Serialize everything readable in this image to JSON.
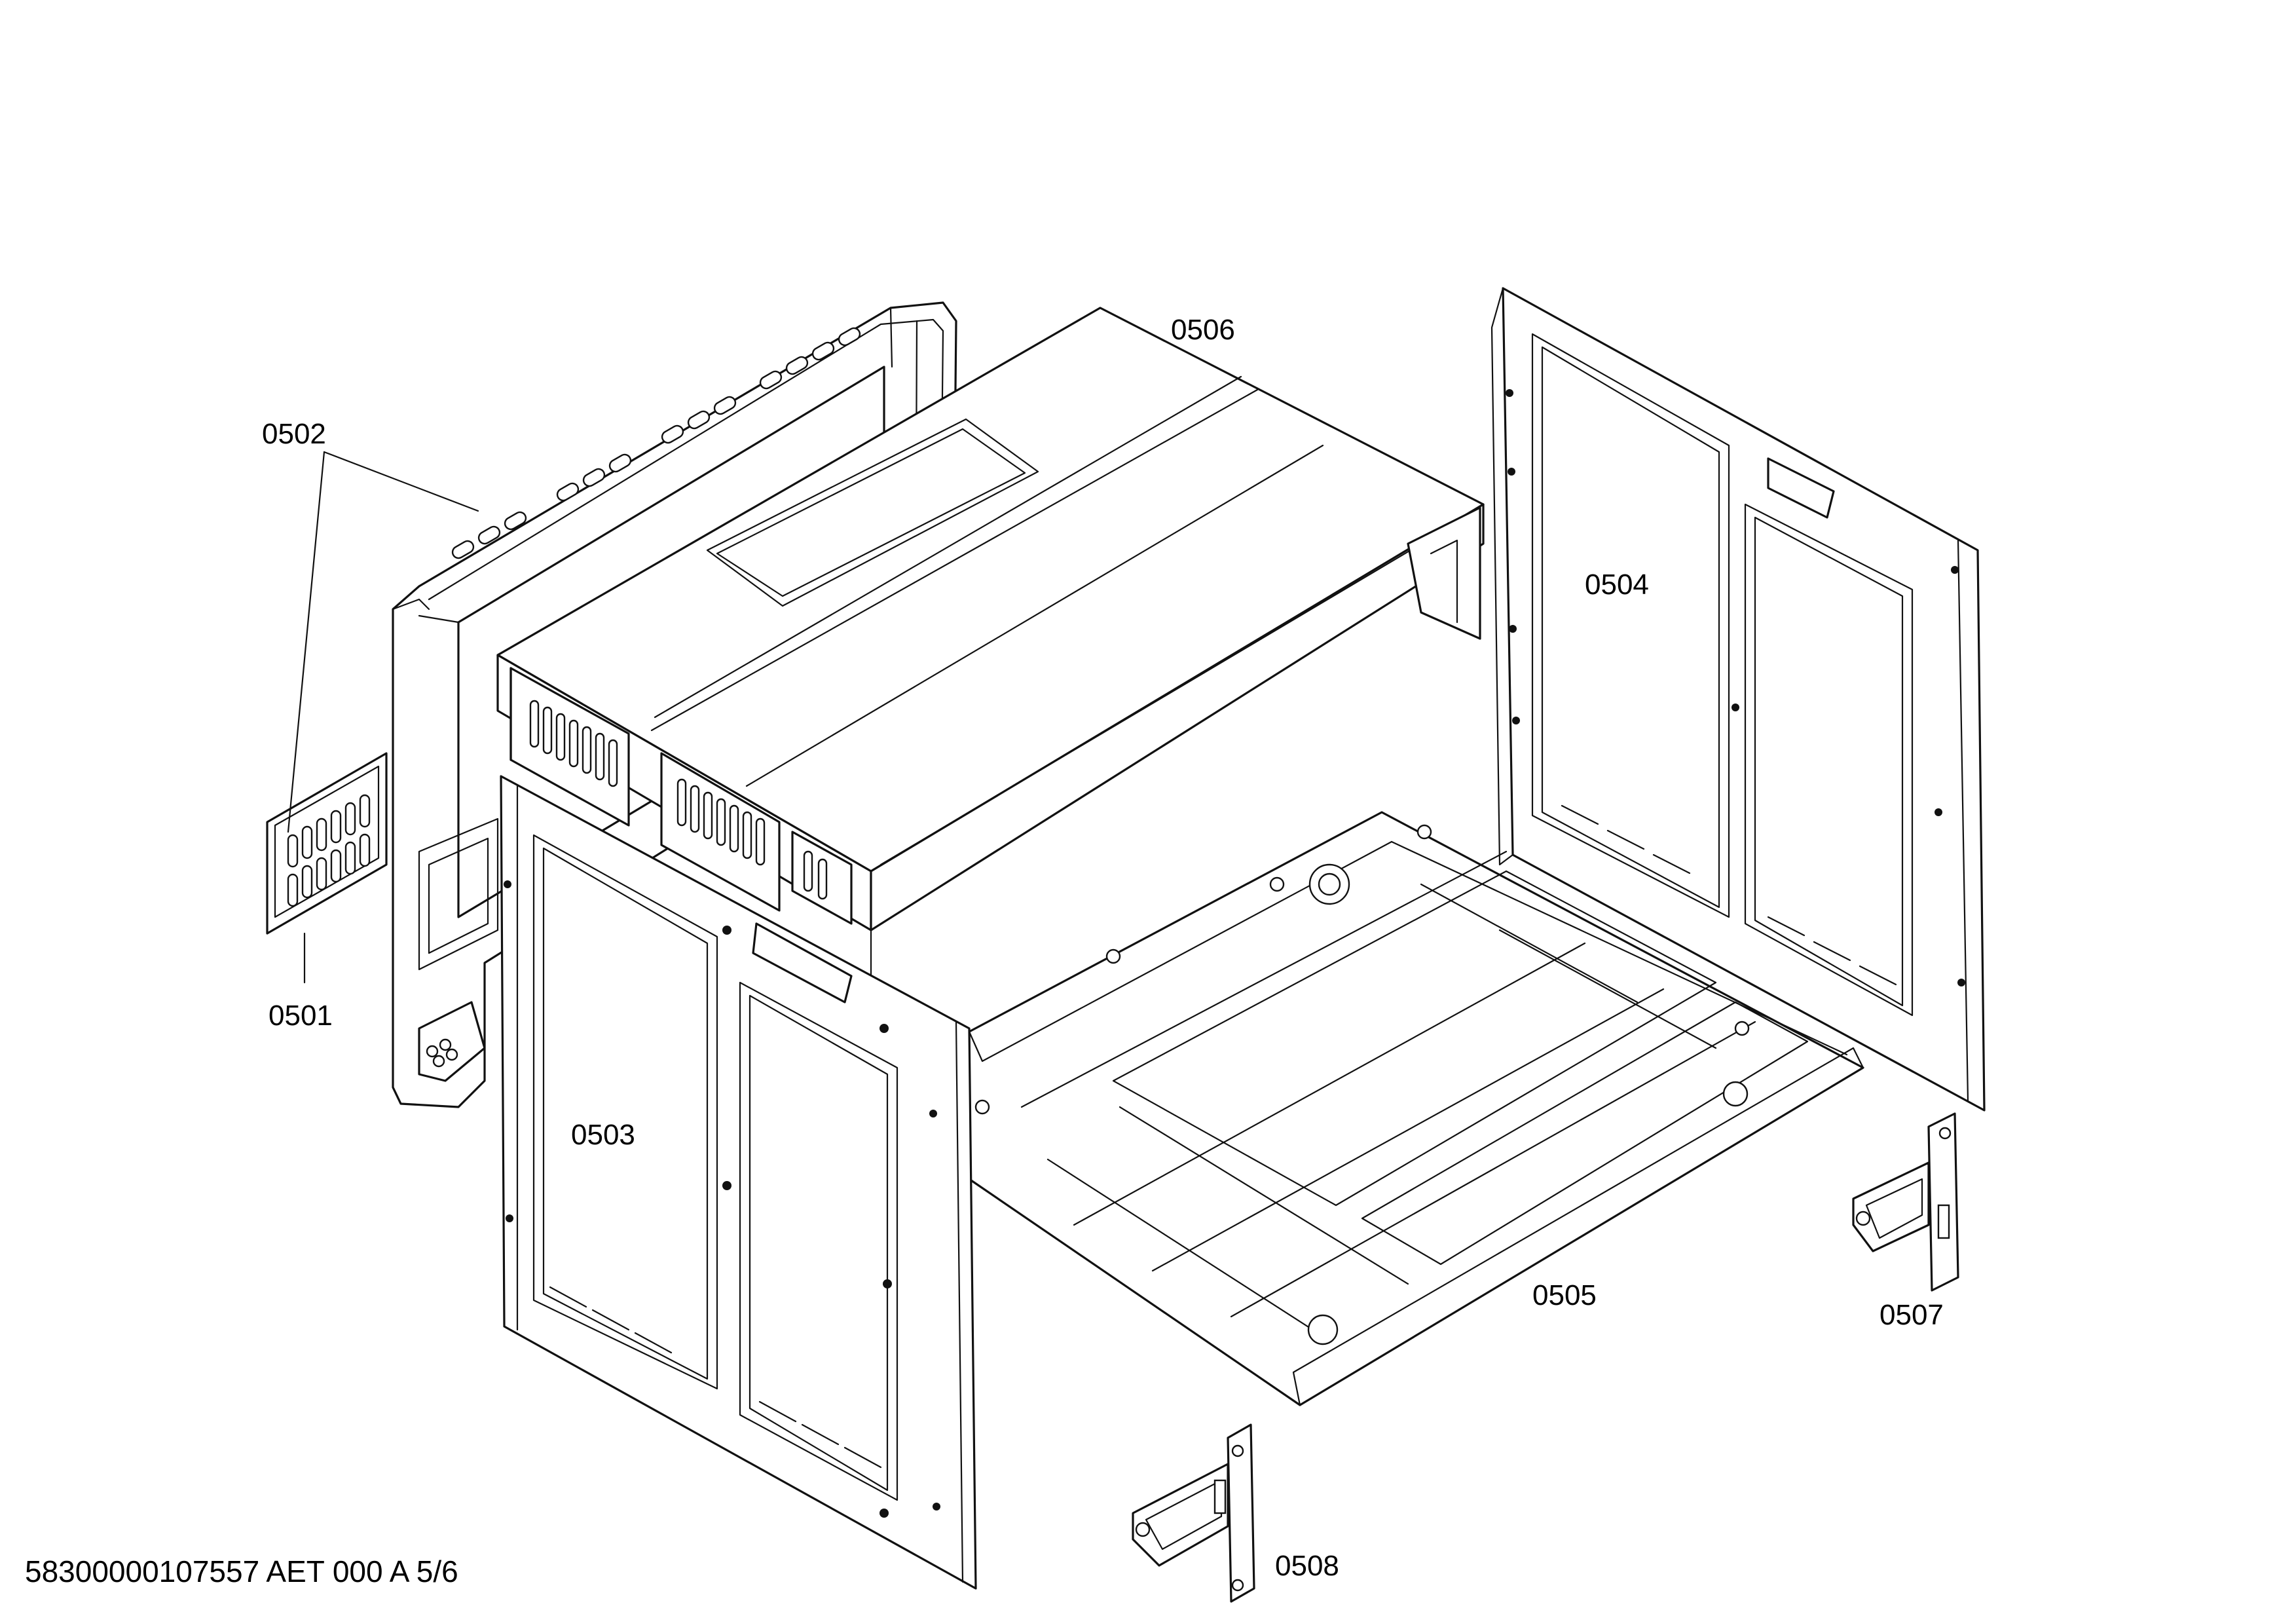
{
  "parts": [
    {
      "id": "0501"
    },
    {
      "id": "0502"
    },
    {
      "id": "0503"
    },
    {
      "id": "0504"
    },
    {
      "id": "0505"
    },
    {
      "id": "0506"
    },
    {
      "id": "0507"
    },
    {
      "id": "0508"
    }
  ],
  "footer": {
    "document_code": "58300000107557 AET 000 A 5/6"
  }
}
